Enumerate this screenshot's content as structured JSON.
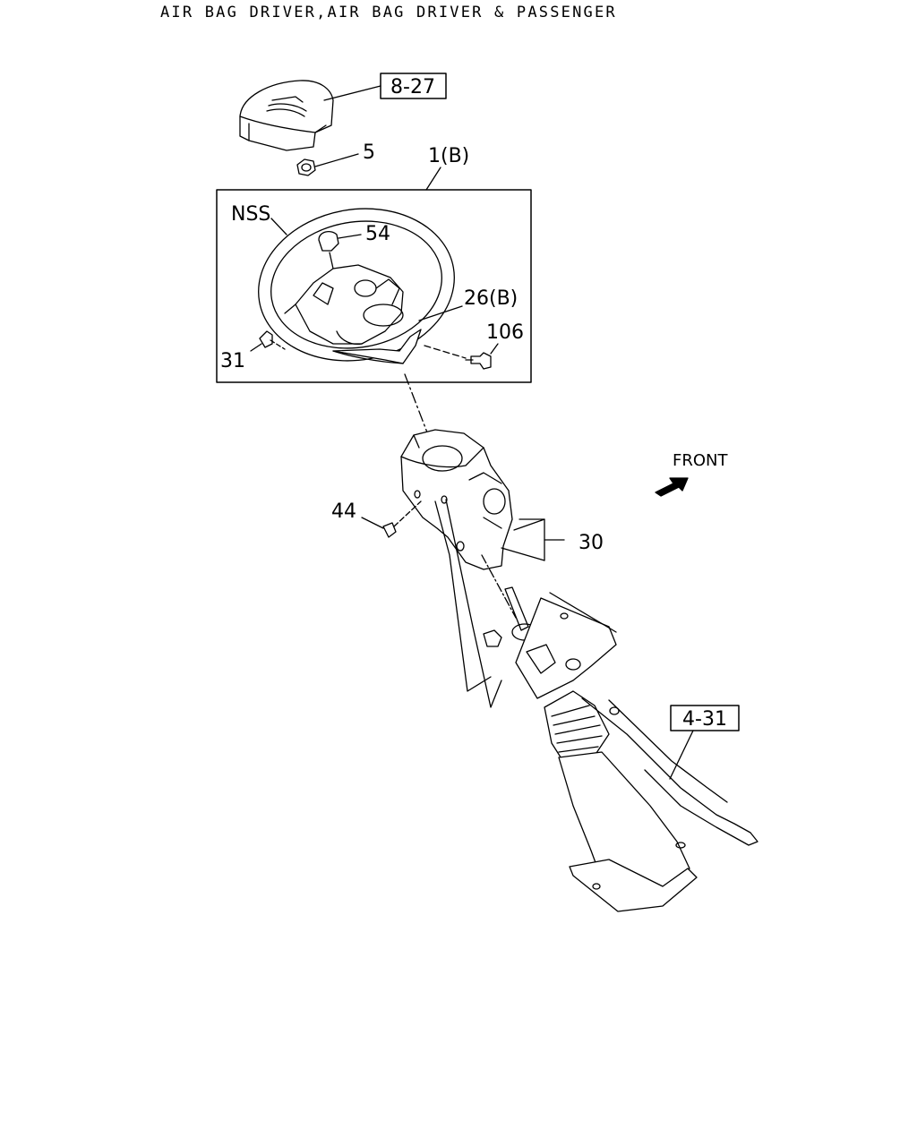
{
  "title": "AIR BAG DRIVER,AIR BAG DRIVER & PASSENGER",
  "callouts": {
    "ref_8_27": "8-27",
    "part_5": "5",
    "part_1b": "1(B)",
    "nss": "NSS",
    "part_54": "54",
    "part_26b": "26(B)",
    "part_106": "106",
    "part_31": "31",
    "part_44": "44",
    "part_30": "30",
    "ref_4_31": "4-31"
  },
  "front_label": "FRONT",
  "colors": {
    "line": "#000000",
    "background": "#ffffff"
  }
}
